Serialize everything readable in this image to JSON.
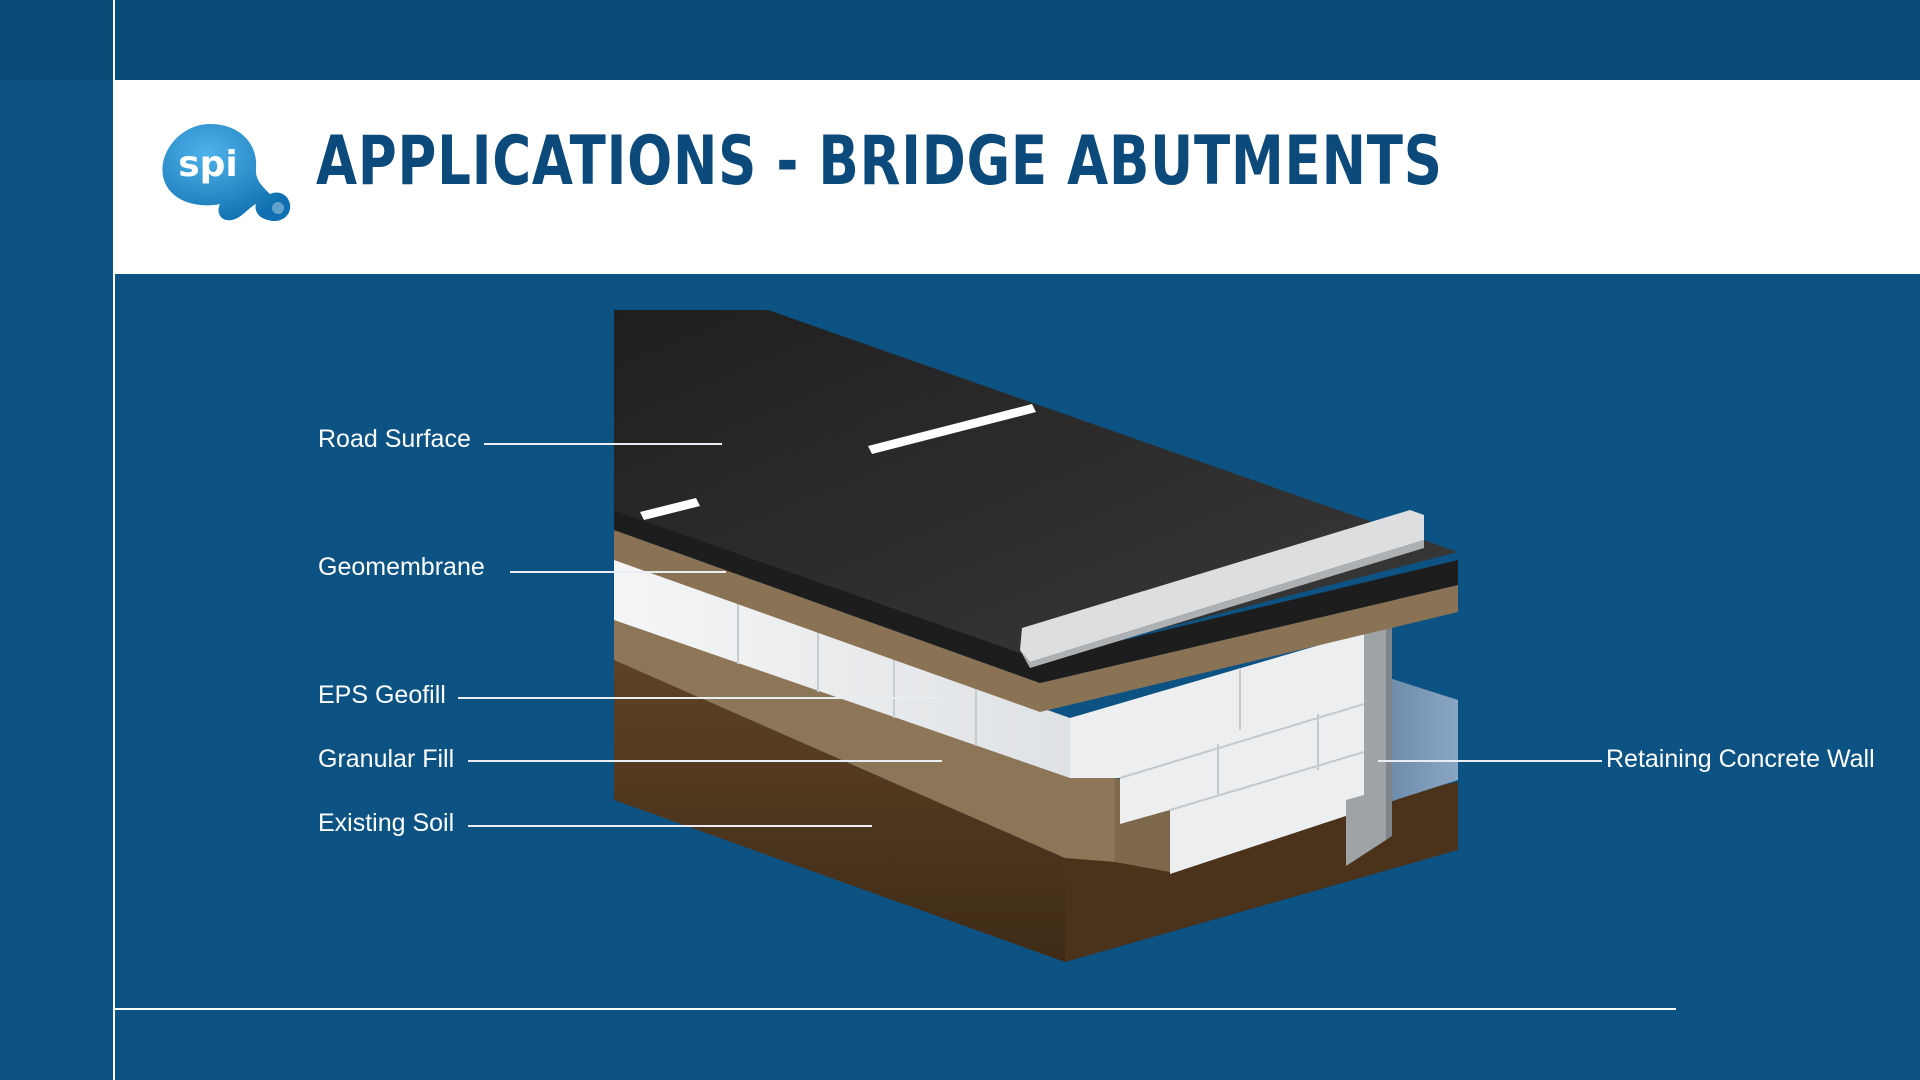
{
  "header": {
    "title": "APPLICATIONS - BRIDGE ABUTMENTS",
    "logo_text": "spi"
  },
  "colors": {
    "background": "#0c5384",
    "header_bg": "#ffffff",
    "title": "#0b4a7a",
    "logo": "#1a86c8",
    "asphalt": "#2a2a2a",
    "eps": "#e9ecef",
    "granular": "#8a7356",
    "soil": "#5a3e22",
    "concrete": "#9ea3a6"
  },
  "diagram": {
    "labels": {
      "road_surface": "Road Surface",
      "geomembrane": "Geomembrane",
      "eps_geofill": "EPS Geofill",
      "granular_fill": "Granular Fill",
      "existing_soil": "Existing Soil",
      "retaining_wall": "Retaining Concrete Wall"
    }
  }
}
